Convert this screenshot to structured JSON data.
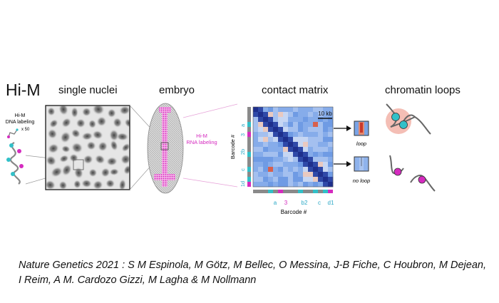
{
  "title": "Hi-M",
  "panels": {
    "nuclei": "single nuclei",
    "embryo": "embryo",
    "matrix": "contact matrix",
    "loops": "chromatin loops"
  },
  "labeling": {
    "dna_line1": "Hi-M",
    "dna_line2": "DNA labeling",
    "repeat": "x 50",
    "rna_line1": "Hi-M",
    "rna_line2": "RNA labeling"
  },
  "matrix": {
    "scale_bar": "10 kb",
    "y_axis_label": "Barcode #",
    "x_axis_label": "Barcode #",
    "barcode_ticks": [
      "a",
      "3",
      "b2",
      "c",
      "d1"
    ],
    "y_ticks": [
      "a",
      "3",
      "2b",
      "c",
      "1d"
    ],
    "inset_loop": "loop",
    "inset_noloop": "no loop"
  },
  "colors": {
    "magenta": "#d52bbf",
    "cyan": "#31c0c8",
    "matrix_low": "#7aa4e6",
    "matrix_high": "#c8382c",
    "diagonal": "#1e2f8c"
  },
  "caption": "Nature Genetics 2021 : S M Espinola, M Götz, M Bellec, O Messina, J-B Fiche, C Houbron, M Dejean, I Reim, A M. Cardozo Gizzi, M Lagha & M Nollmann"
}
